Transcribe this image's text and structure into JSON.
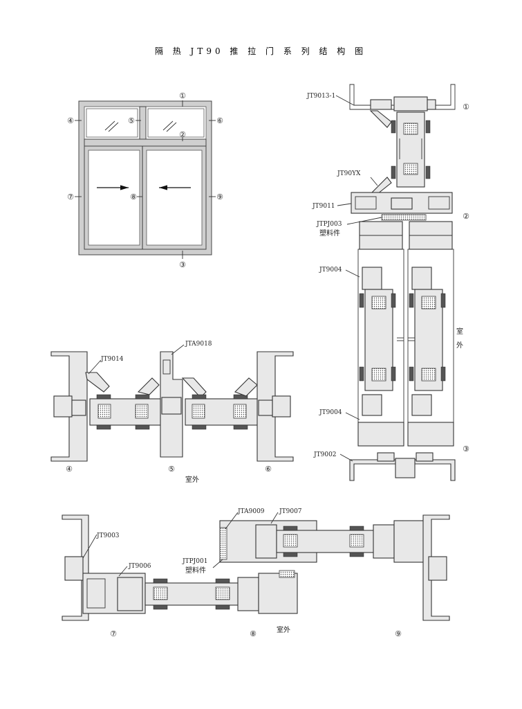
{
  "title": "隔 热 JT90 推 拉 门 系 列 结 构 图",
  "circled": {
    "c1": "①",
    "c2": "②",
    "c3": "③",
    "c4": "④",
    "c5": "⑤",
    "c6": "⑥",
    "c7": "⑦",
    "c8": "⑧",
    "c9": "⑨"
  },
  "part_labels": {
    "jt9013_1": "JT9013-1",
    "jt90yx": "JT90YX",
    "jt9011": "JT9011",
    "jtpj003": "JTPJ003",
    "plastic_part_a": "塑料件",
    "jt9004_a": "JT9004",
    "jt9004_b": "JT9004",
    "jt9002": "JT9002",
    "jt9014": "JT9014",
    "jta9018": "JTA9018",
    "jta9009": "JTA9009",
    "jt9007": "JT9007",
    "jt9003": "JT9003",
    "jt9006": "JT9006",
    "jtpj001": "JTPJ001",
    "plastic_part_b": "塑料件"
  },
  "outdoor": {
    "vertical_char_1": "室",
    "vertical_char_2": "外",
    "section_middle": "室外",
    "section_bottom": "室外"
  },
  "colors": {
    "line": "#333333",
    "profile_fill": "#e8e8e8",
    "frame_fill": "#cfcfcf"
  }
}
